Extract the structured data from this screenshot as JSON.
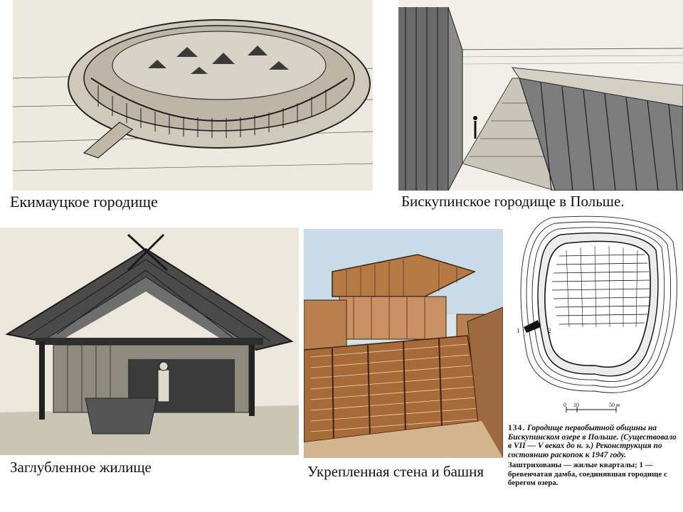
{
  "captions": {
    "ekimauts": "Екимауцкое городище",
    "biskupin": "Бискупинское городище в Польше.",
    "dugout": "Заглубленное жилище",
    "wall": "Укрепленная стена и башня"
  },
  "map_panel": {
    "scale_labels": [
      "0",
      "10",
      "50 м"
    ],
    "marker_1": "1",
    "marker_2": "2",
    "figure_number": "134.",
    "caption": "Городище первобытной общины на Бискупинском озере в Польше. (Существовало в VII — V веках до н. э.) Реконструкция по состоянию раскопок к 1947 году.",
    "note": "Заштрихованы — жилые кварталы; 1 — бревенчатая дамба, соединявшая городище с берегом озера."
  },
  "colors": {
    "ink": "#1e1e1e",
    "paper": "#efece4",
    "wood": "#b7763f",
    "sky": "#c9dbe6"
  }
}
